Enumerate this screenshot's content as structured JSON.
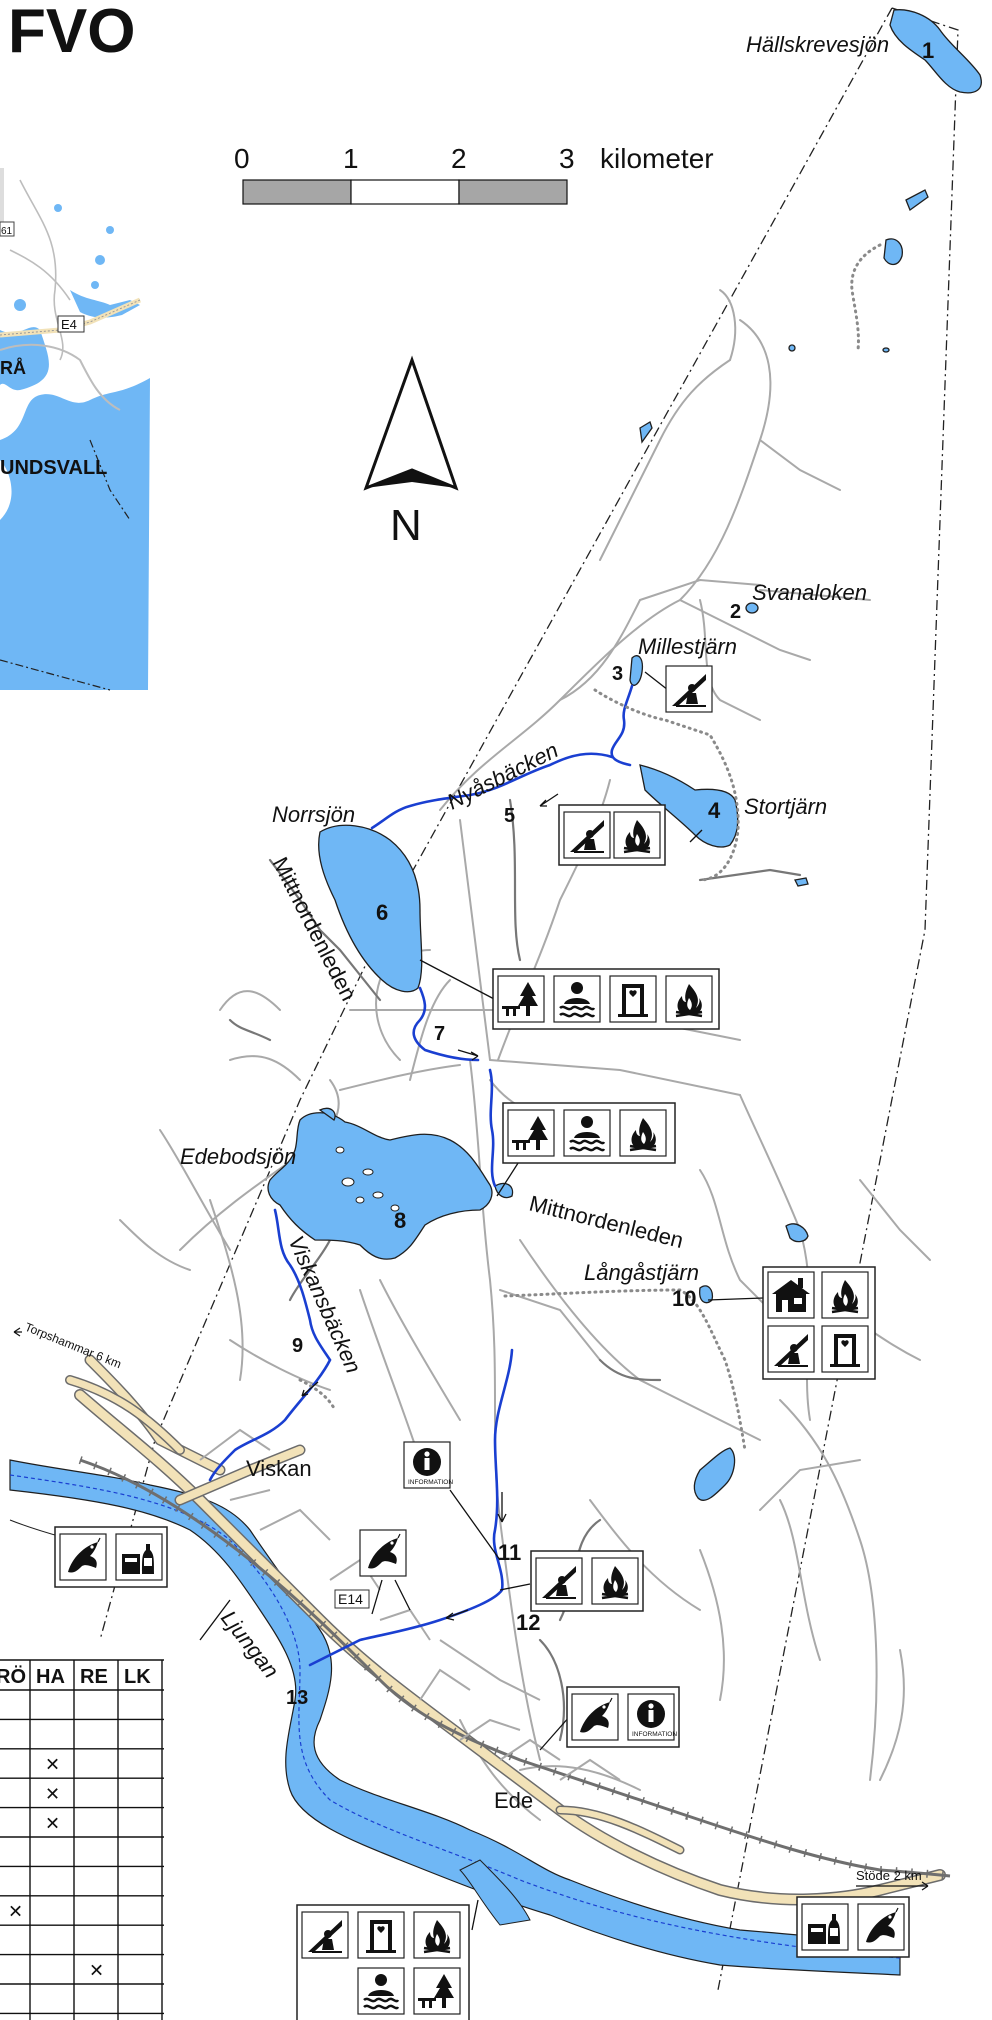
{
  "title_fragment": "FVO",
  "scale": {
    "ticks": [
      "0",
      "1",
      "2",
      "3"
    ],
    "unit": "kilometer"
  },
  "north": "N",
  "inset": {
    "city": "UNDSVALL",
    "town_fragment": "RÅ",
    "road": "E4",
    "road_fragment": "61"
  },
  "lakes": {
    "l1": {
      "name": "Hällskrevesjön",
      "num": "1"
    },
    "l2": {
      "name": "Svanaloken",
      "num": "2"
    },
    "l3": {
      "name": "Millestjärn",
      "num": "3"
    },
    "l4": {
      "name": "Stortjärn",
      "num": "4"
    },
    "l6": {
      "name": "Norrsjön",
      "num": "6"
    },
    "l8": {
      "name": "Edebodsjön",
      "num": "8"
    },
    "l10": {
      "name": "Långåstjärn",
      "num": "10"
    }
  },
  "streams": {
    "s5": {
      "name": "Nyåsbäcken",
      "num": "5"
    },
    "s7": {
      "num": "7"
    },
    "s9": {
      "name": "Viskansbäcken",
      "num": "9"
    },
    "s11": {
      "num": "11"
    },
    "s12": {
      "num": "12"
    },
    "s13": {
      "name": "Ljungan",
      "num": "13"
    }
  },
  "trail": "Mittnordenleden",
  "places": {
    "viskan": "Viskan",
    "ede": "Ede"
  },
  "roads": {
    "e14": "E14",
    "torpshammar": "Torpshammar 6 km",
    "stode": "Stöde 2 km"
  },
  "info_label": "INFORMATION",
  "table": {
    "headers": [
      "RÖ",
      "HA",
      "RE",
      "LK"
    ],
    "marks": [
      {
        "row": 3,
        "col": 1
      },
      {
        "row": 4,
        "col": 1
      },
      {
        "row": 5,
        "col": 1
      },
      {
        "row": 8,
        "col": 0
      },
      {
        "row": 10,
        "col": 2
      }
    ],
    "mark_symbol": "✕"
  },
  "colors": {
    "water": "#6fb7f5",
    "stream": "#1a3fd1",
    "road_main": "#f2e2b8",
    "road_minor": "#a9a9a9",
    "railway": "#6f6f6f"
  }
}
